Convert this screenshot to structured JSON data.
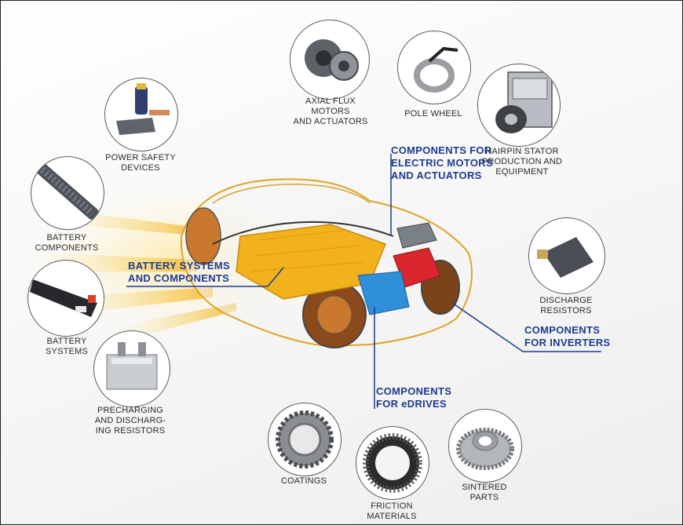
{
  "components": {
    "axial_flux": "AXIAL FLUX MOTORS\nAND ACTUATORS",
    "pole_wheel": "POLE WHEEL",
    "hairpin": "HAIRPIN STATOR\nPRODUCTION AND\nEQUIPMENT",
    "power_safety": "POWER SAFETY\nDEVICES",
    "battery_components": "BATTERY\nCOMPONENTS",
    "battery_systems": "BATTERY\nSYSTEMS",
    "precharging": "PRECHARGING\nAND DISCHARG-\nING RESISTORS",
    "discharge": "DISCHARGE\nRESISTORS",
    "coatings": "COATINGS",
    "friction": "FRICTION MATERIALS",
    "sintered": "SINTERED PARTS"
  },
  "categories": {
    "electric_motors": "COMPONENTS FOR\nELECTRIC MOTORS\nAND ACTUATORS",
    "battery": "BATTERY SYSTEMS\nAND COMPONENTS",
    "inverters": "COMPONENTS\nFOR INVERTERS",
    "edrives": "COMPONENTS\nFOR eDRIVES"
  },
  "colors": {
    "category_text": "#1d3b8f",
    "battery_pack": "#f2b21c",
    "motor_red": "#d8262c",
    "drive_blue": "#2f8fd8"
  }
}
